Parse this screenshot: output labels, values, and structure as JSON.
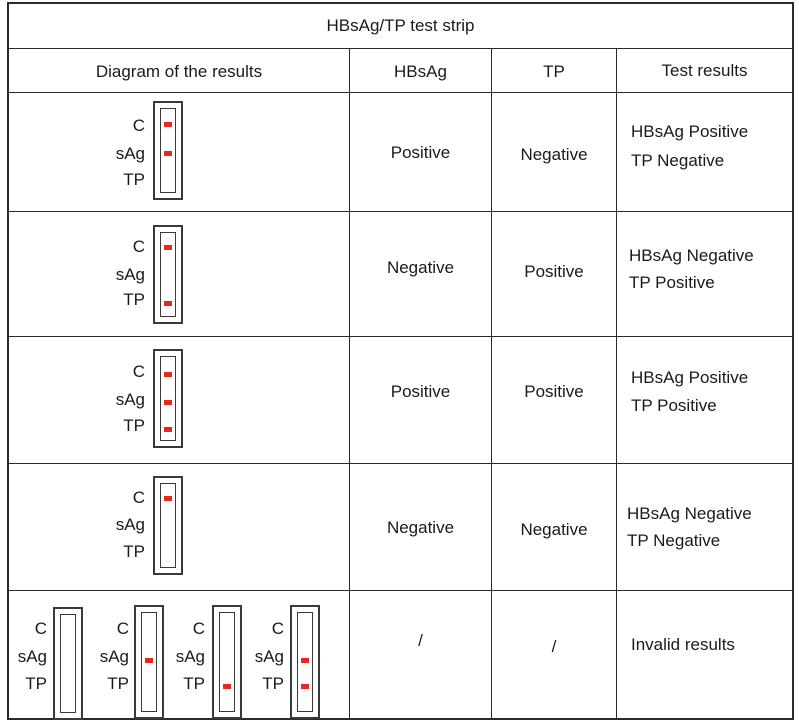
{
  "title": "HBsAg/TP test strip",
  "headers": {
    "diagram": "Diagram of the results",
    "hbsag": "HBsAg",
    "tp": "TP",
    "results": "Test results"
  },
  "strip_labels": {
    "c": "C",
    "sag": "sAg",
    "tp": "TP"
  },
  "rows": [
    {
      "hbsag": "Positive",
      "tp": "Negative",
      "result_line1": "HBsAg  Positive",
      "result_line2": "TP Negative",
      "bands": [
        "C",
        "sAg"
      ]
    },
    {
      "hbsag": "Negative",
      "tp": "Positive",
      "result_line1": "HBsAg  Negative",
      "result_line2": "TP Positive",
      "bands": [
        "C",
        "TP"
      ]
    },
    {
      "hbsag": "Positive",
      "tp": "Positive",
      "result_line1": "HBsAg  Positive",
      "result_line2": "TP Positive",
      "bands": [
        "C",
        "sAg",
        "TP"
      ]
    },
    {
      "hbsag": "Negative",
      "tp": "Negative",
      "result_line1": "HBsAg  Negative",
      "result_line2": "TP Negative",
      "bands": [
        "C"
      ]
    },
    {
      "hbsag": "/",
      "tp": "/",
      "result_line1": "Invalid results",
      "result_line2": "",
      "strips": [
        {
          "bands": []
        },
        {
          "bands": [
            "sAg"
          ]
        },
        {
          "bands": [
            "TP"
          ]
        },
        {
          "bands": [
            "sAg",
            "TP"
          ]
        }
      ]
    }
  ],
  "colors": {
    "band": "#e8281e",
    "border": "#2b2b2b"
  }
}
